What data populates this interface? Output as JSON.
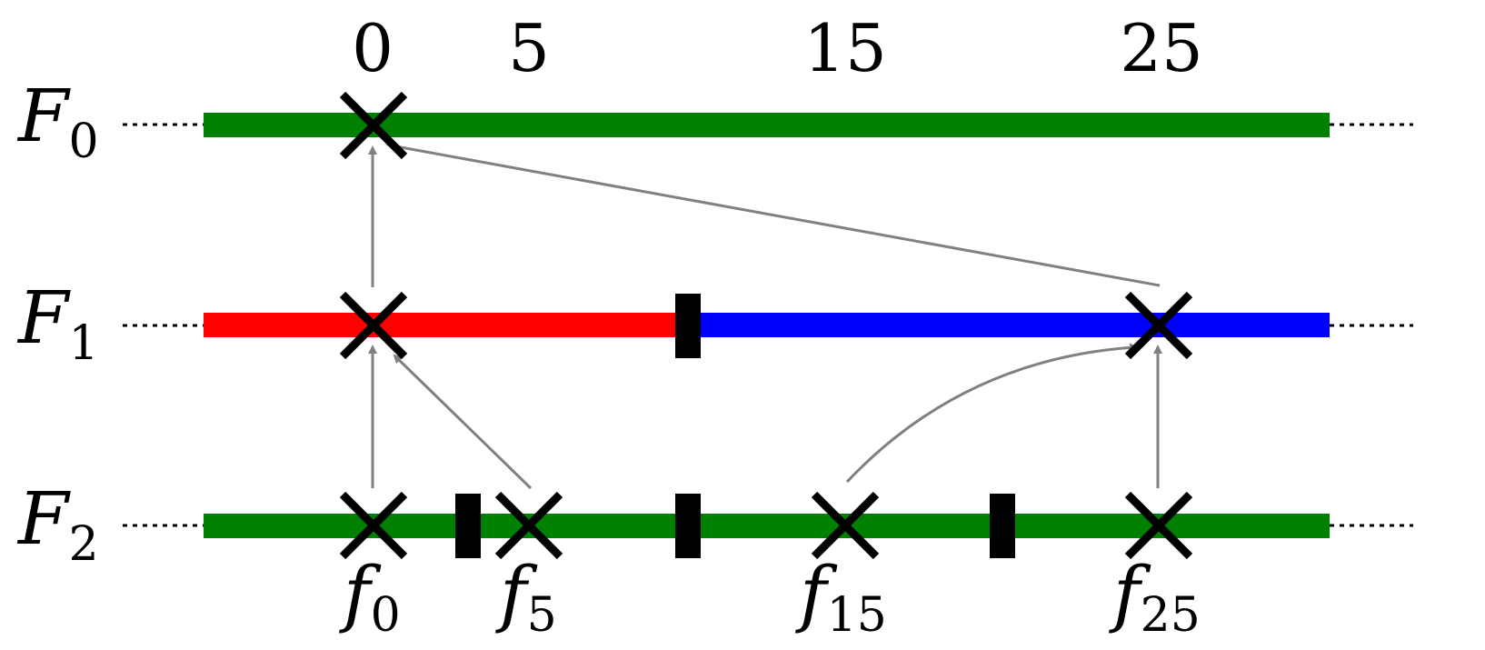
{
  "column_labels": {
    "c0": "0",
    "c5": "5",
    "c15": "15",
    "c25": "25"
  },
  "row_labels": {
    "r0": {
      "base": "F",
      "sub": "0"
    },
    "r1": {
      "base": "F",
      "sub": "1"
    },
    "r2": {
      "base": "F",
      "sub": "2"
    }
  },
  "bottom_labels": {
    "b0": {
      "base": "f",
      "sub": "0"
    },
    "b5": {
      "base": "f",
      "sub": "5"
    },
    "b15": {
      "base": "f",
      "sub": "15"
    },
    "b25": {
      "base": "f",
      "sub": "25"
    }
  },
  "colors": {
    "green": "#008000",
    "red": "#ff0000",
    "blue": "#0000ff",
    "black": "#000000",
    "arrow": "#808080"
  }
}
